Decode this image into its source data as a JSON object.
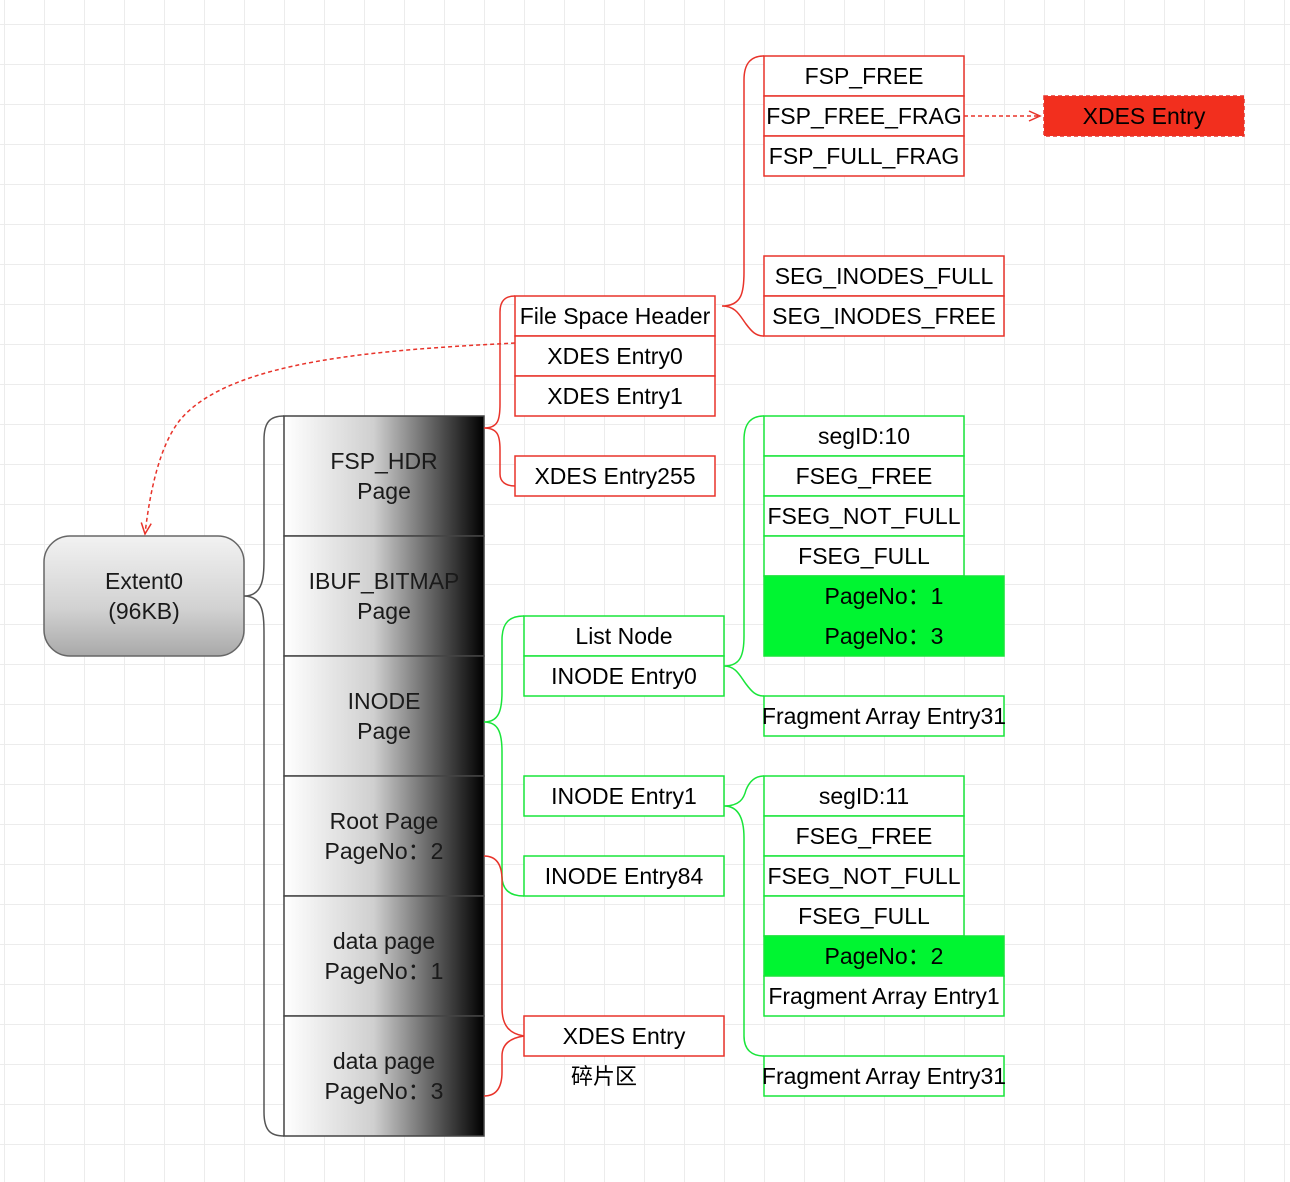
{
  "extent": {
    "title": "Extent0",
    "size": "(96KB)"
  },
  "pages": [
    {
      "line1": "FSP_HDR",
      "line2": "Page"
    },
    {
      "line1": "IBUF_BITMAP",
      "line2": "Page"
    },
    {
      "line1": "INODE",
      "line2": "Page"
    },
    {
      "line1": "Root Page",
      "line2": "PageNo：2"
    },
    {
      "line1": "data page",
      "line2": "PageNo：1"
    },
    {
      "line1": "data page",
      "line2": "PageNo：3"
    }
  ],
  "fsp_header": {
    "rows": [
      "File Space Header",
      "XDES Entry0",
      "XDES Entry1"
    ],
    "last": "XDES Entry255"
  },
  "fsp_lists": [
    "FSP_FREE",
    "FSP_FREE_FRAG",
    "FSP_FULL_FRAG"
  ],
  "seg_inodes": [
    "SEG_INODES_FULL",
    "SEG_INODES_FREE"
  ],
  "xdes_entry_red": "XDES Entry",
  "inode_page": {
    "list_node": "List Node",
    "entry0": "INODE Entry0",
    "entry1": "INODE Entry1",
    "entry84": "INODE Entry84"
  },
  "seg10": {
    "rows": [
      "segID:10",
      "FSEG_FREE",
      "FSEG_NOT_FULL",
      "FSEG_FULL"
    ],
    "pages": [
      "PageNo：1",
      "PageNo：3"
    ],
    "fragment_last": "Fragment Array Entry31"
  },
  "seg11": {
    "rows": [
      "segID:11",
      "FSEG_FREE",
      "FSEG_NOT_FULL",
      "FSEG_FULL"
    ],
    "page": "PageNo：2",
    "fragment1": "Fragment Array Entry1",
    "fragment_last": "Fragment Array Entry31"
  },
  "frag_xdes": {
    "label": "XDES Entry",
    "caption": "碎片区"
  },
  "colors": {
    "red": "#e8332a",
    "green": "#19e53a",
    "green_fill": "#00f531",
    "red_fill": "#f22f1e",
    "gray_line": "#555555"
  }
}
